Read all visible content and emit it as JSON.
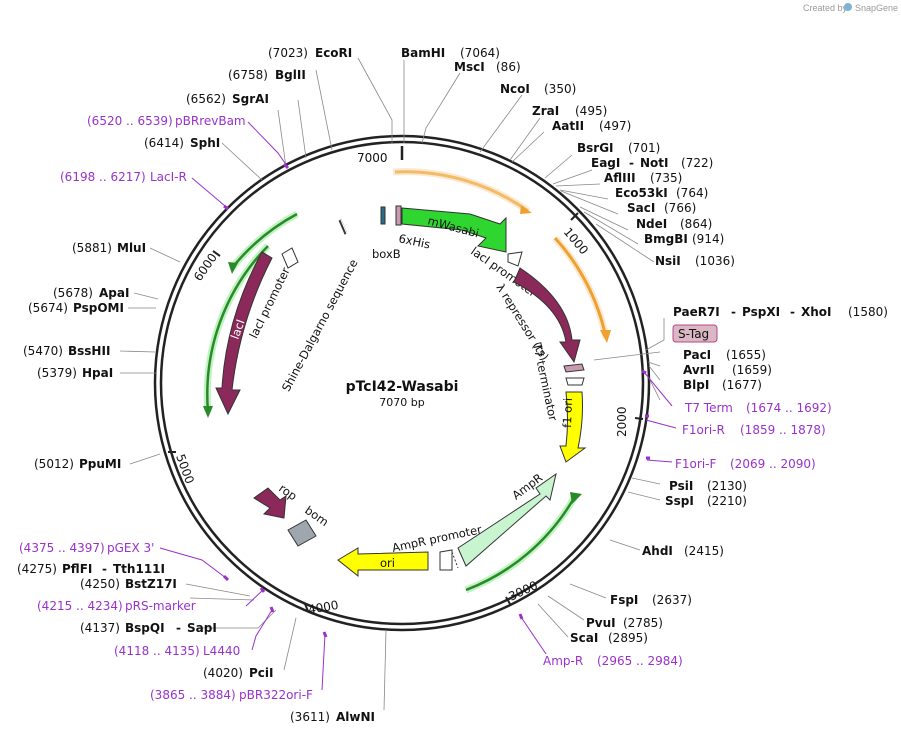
{
  "credit": {
    "created_by": "Created by",
    "app": "SnapGene"
  },
  "plasmid": {
    "name": "pTcI42-Wasabi",
    "size": "7070 bp"
  },
  "ticks": [
    "1000",
    "2000",
    "3000",
    "4000",
    "5000",
    "6000",
    "7000"
  ],
  "sites": {
    "ecori": {
      "pos": "(7023)",
      "name": "EcoRI"
    },
    "bamhi": {
      "name": "BamHI",
      "pos": "(7064)"
    },
    "msci": {
      "name": "MscI",
      "pos": "(86)"
    },
    "ncoi": {
      "name": "NcoI",
      "pos": "(350)"
    },
    "zrai": {
      "name": "ZraI",
      "pos": "(495)"
    },
    "aatii": {
      "name": "AatII",
      "pos": "(497)"
    },
    "bsrgi": {
      "name": "BsrGI",
      "pos": "(701)"
    },
    "eagi": {
      "name": "EagI",
      "sep": "-",
      "name2": "NotI",
      "pos": "(722)"
    },
    "afliii": {
      "name": "AflIII",
      "pos": "(735)"
    },
    "eco53ki": {
      "name": "Eco53kI",
      "pos": "(764)"
    },
    "saci": {
      "name": "SacI",
      "pos": "(766)"
    },
    "ndei": {
      "name": "NdeI",
      "pos": "(864)"
    },
    "bmgbi": {
      "name": "BmgBI",
      "pos": "(914)"
    },
    "nsii": {
      "name": "NsiI",
      "pos": "(1036)"
    },
    "paer7i": {
      "name": "PaeR7I",
      "sep": "-",
      "name2": "PspXI",
      "sep2": "-",
      "name3": "XhoI",
      "pos": "(1580)"
    },
    "paci": {
      "name": "PacI",
      "pos": "(1655)"
    },
    "avrii": {
      "name": "AvrII",
      "pos": "(1659)"
    },
    "blpi": {
      "name": "BlpI",
      "pos": "(1677)"
    },
    "psii": {
      "name": "PsiI",
      "pos": "(2130)"
    },
    "sspi": {
      "name": "SspI",
      "pos": "(2210)"
    },
    "ahdi": {
      "name": "AhdI",
      "pos": "(2415)"
    },
    "fspi": {
      "name": "FspI",
      "pos": "(2637)"
    },
    "pvui": {
      "name": "PvuI",
      "pos": "(2785)"
    },
    "scai": {
      "name": "ScaI",
      "pos": "(2895)"
    },
    "alwni": {
      "pos": "(3611)",
      "name": "AlwNI"
    },
    "pcii": {
      "pos": "(4020)",
      "name": "PciI"
    },
    "bspqi": {
      "pos": "(4137)",
      "name": "BspQI",
      "sep": "-",
      "name2": "SapI"
    },
    "bstz17i": {
      "pos": "(4250)",
      "name": "BstZ17I"
    },
    "pflfi": {
      "pos": "(4275)",
      "name": "PflFI",
      "sep": "-",
      "name2": "Tth111I"
    },
    "ppumi": {
      "pos": "(5012)",
      "name": "PpuMI"
    },
    "hpai": {
      "pos": "(5379)",
      "name": "HpaI"
    },
    "bsshii": {
      "pos": "(5470)",
      "name": "BssHII"
    },
    "pspomi": {
      "pos": "(5674)",
      "name": "PspOMI"
    },
    "apai": {
      "pos": "(5678)",
      "name": "ApaI"
    },
    "mlui": {
      "pos": "(5881)",
      "name": "MluI"
    },
    "sphi": {
      "pos": "(6414)",
      "name": "SphI"
    },
    "sgrai": {
      "pos": "(6562)",
      "name": "SgrAI"
    },
    "bglii": {
      "pos": "(6758)",
      "name": "BglII"
    }
  },
  "primers": {
    "pbrrevbam": {
      "range": "(6520 .. 6539)",
      "name": "pBRrevBam"
    },
    "lacir": {
      "range": "(6198 .. 6217)",
      "name": "LacI-R"
    },
    "t7term": {
      "name": "T7 Term",
      "range": "(1674 .. 1692)"
    },
    "f1orir": {
      "name": "F1ori-R",
      "range": "(1859 .. 1878)"
    },
    "f1orif": {
      "name": "F1ori-F",
      "range": "(2069 .. 2090)"
    },
    "ampr": {
      "name": "Amp-R",
      "range": "(2965 .. 2984)"
    },
    "pbr322orif": {
      "range": "(3865 .. 3884)",
      "name": "pBR322ori-F"
    },
    "l4440": {
      "range": "(4118 .. 4135)",
      "name": "L4440"
    },
    "prsmarker": {
      "range": "(4215 .. 4234)",
      "name": "pRS-marker"
    },
    "pgex3": {
      "range": "(4375 .. 4397)",
      "name": "pGEX 3'"
    }
  },
  "features": {
    "mwasabi": "mWasabi",
    "his": "6xHis",
    "boxb": "boxB",
    "laci_promoter_right": "lacI promoter",
    "lambda_repressor": "λ repressor (ts)",
    "t7_terminator": "T7 terminator",
    "stag": "S-Tag",
    "f1ori": "f1 ori",
    "ampr": "AmpR",
    "ampr_promoter": "AmpR promoter",
    "ori": "ori",
    "rop": "rop",
    "bom": "bom",
    "laci": "lacI",
    "laci_promoter_left": "lacI promoter",
    "shine_dalgarno": "Shine-Dalgarno sequence"
  },
  "colors": {
    "backbone": "#222222",
    "orf_green": "#2fd62f",
    "orf_maroon": "#8b2a5a",
    "f1ori": "#ffff00",
    "ampr": "#c8f5d0",
    "rop": "#8b2a5a",
    "bom": "#a0a6ae",
    "stag": "#d9b7c3",
    "primer": "#9932cc",
    "translation_orange": "#f0a030"
  }
}
